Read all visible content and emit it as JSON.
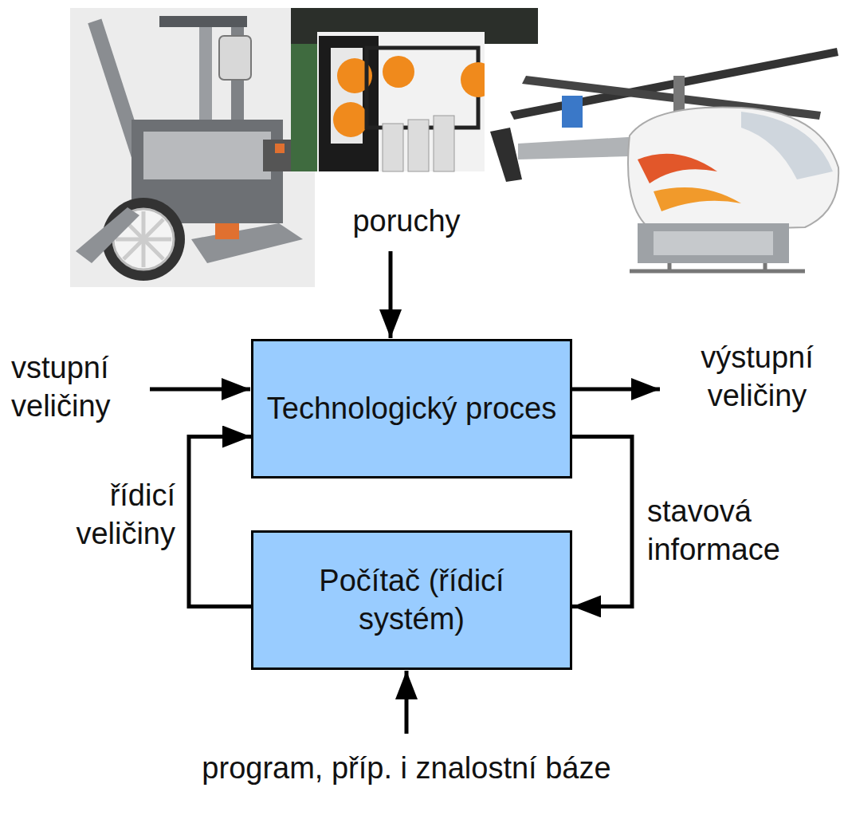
{
  "diagram": {
    "nodes": [
      {
        "text": [
          "Technologický proces"
        ]
      },
      {
        "text": [
          "Počítač (řídicí systém)"
        ]
      }
    ],
    "edges": [
      {
        "from": 0,
        "to": 1,
        "arrow": "to",
        "label": "stavová informace"
      },
      {
        "from": 1,
        "to": 0,
        "arrow": "to",
        "label": "řídicí veličiny"
      }
    ],
    "labels": [
      "poruchy",
      "vstupní veličiny",
      "výstupní veličiny",
      "program, příp. i znalostní báze"
    ]
  }
}
